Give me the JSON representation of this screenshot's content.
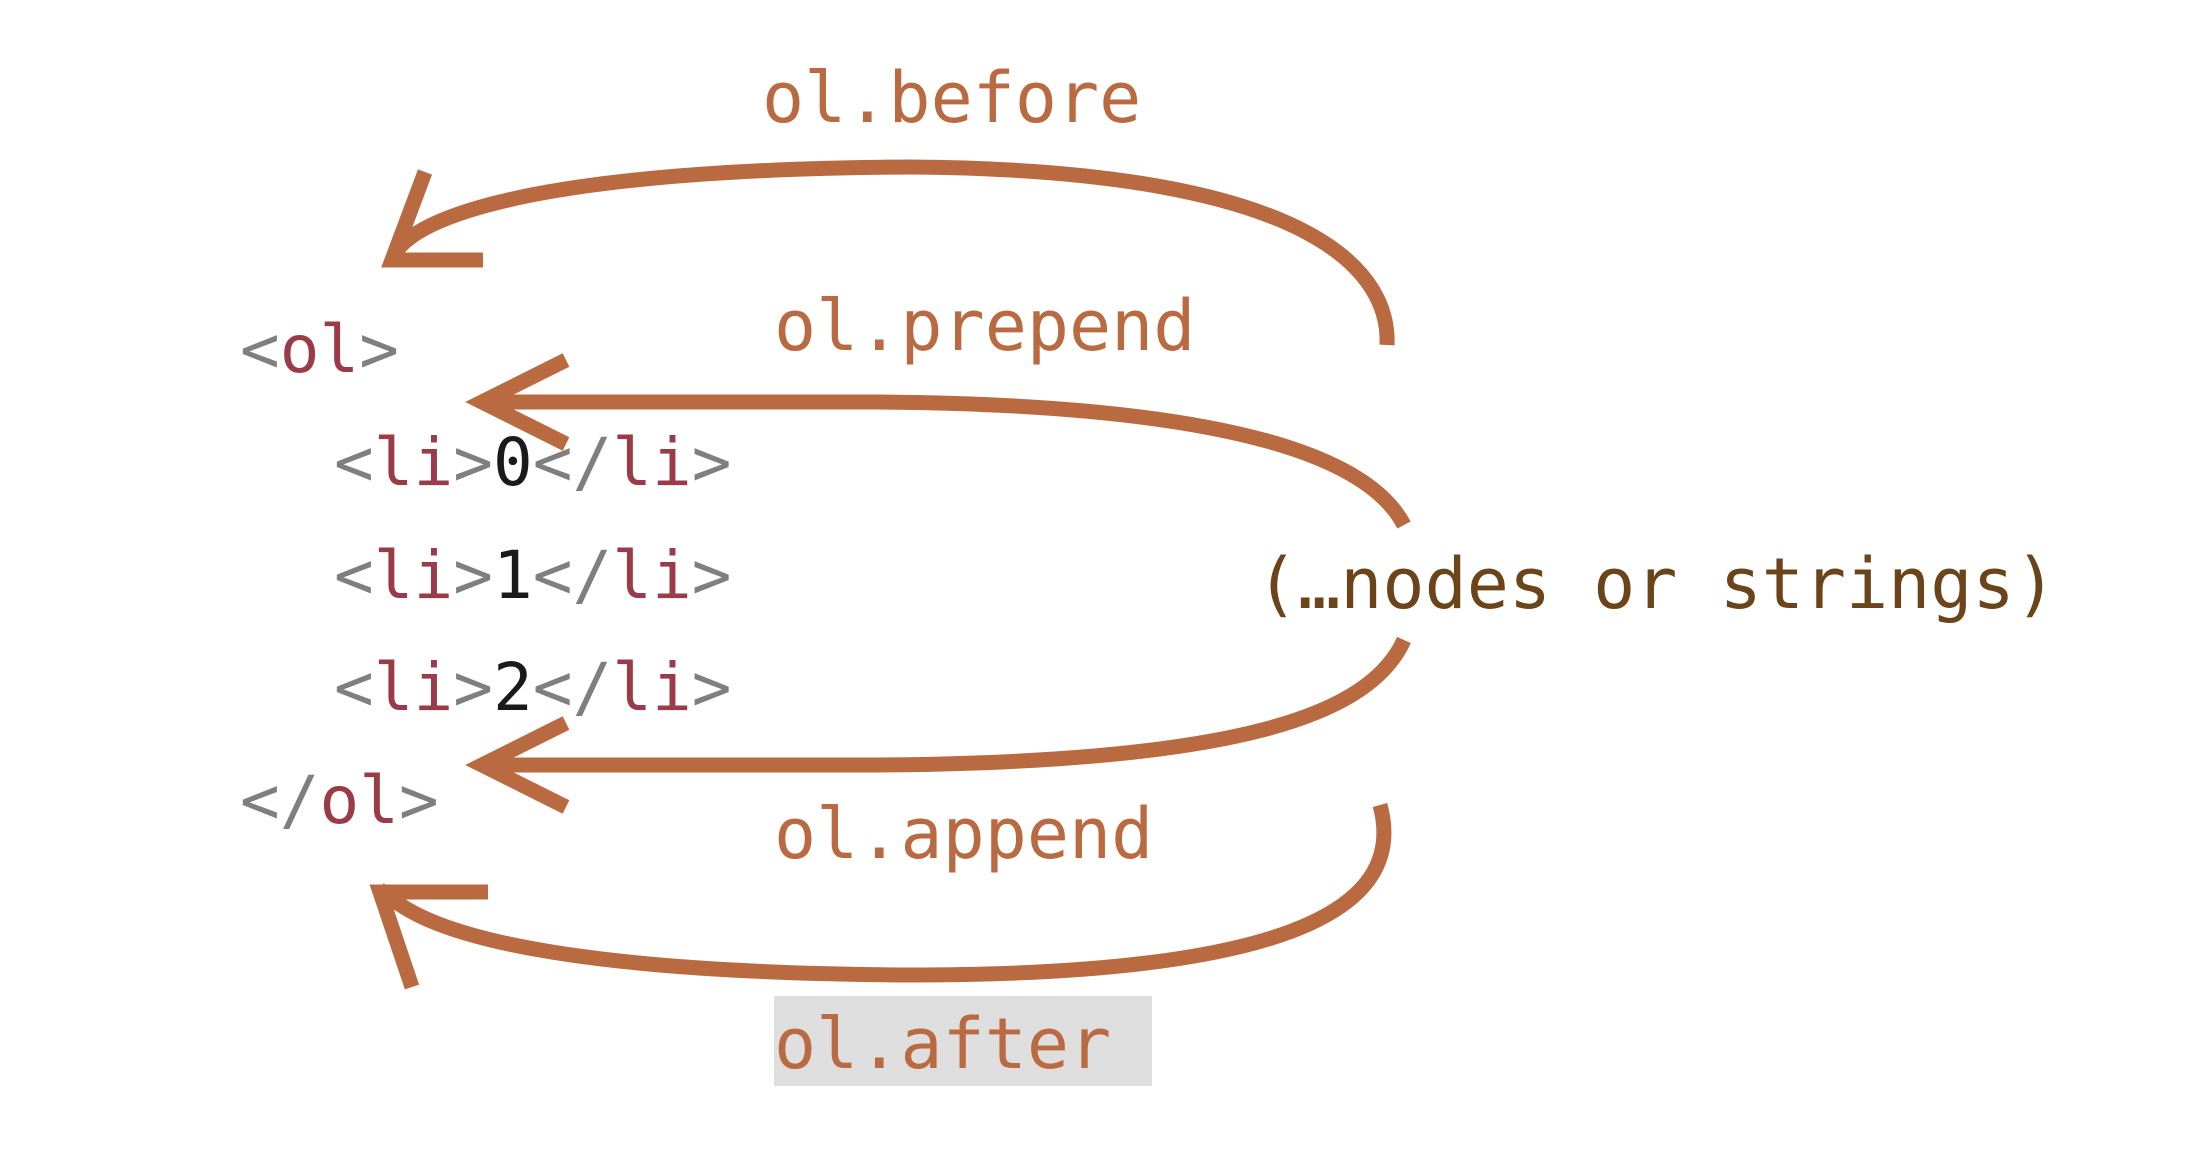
{
  "colors": {
    "arrow": "#b96a40",
    "method_label": "#b96a40",
    "tag_bracket": "#7f7f7f",
    "tag_name": "#9a3b47",
    "content_text": "#1a1a1a",
    "nodes_label": "#6b4419",
    "highlight_bg": "#dedede"
  },
  "methods": {
    "before": "ol.before",
    "prepend": "ol.prepend",
    "append": "ol.append",
    "after": "ol.after"
  },
  "nodes_label": "(…nodes or strings)",
  "markup": {
    "lt": "<",
    "gt": ">",
    "slash": "/",
    "ol": "ol",
    "li": "li",
    "items": [
      "0",
      "1",
      "2"
    ]
  }
}
